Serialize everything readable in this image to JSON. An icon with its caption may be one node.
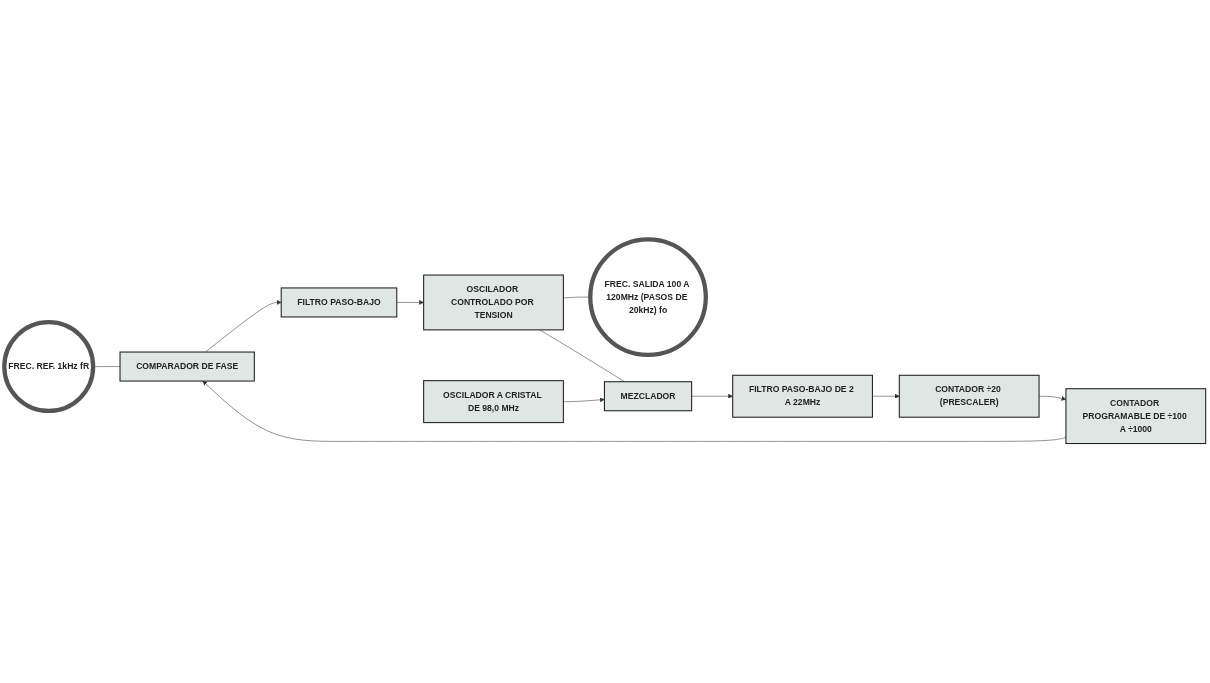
{
  "diagram": {
    "nodes": [
      {
        "text": [
          "FREC. REF. 1kHz fR"
        ]
      },
      {
        "text": [
          "COMPARADOR DE FASE"
        ]
      },
      {
        "text": [
          "FILTRO PASO-BAJO"
        ]
      },
      {
        "text": [
          "OSCILADOR CONTROLADO POR TENSION"
        ]
      },
      {
        "text": [
          "FREC. SALIDA 100 A 120MHz (PASOS DE 20kHz) fo"
        ]
      },
      {
        "text": [
          "OSCILADOR A CRISTAL DE 98,0 MHz"
        ]
      },
      {
        "text": [
          "MEZCLADOR"
        ]
      },
      {
        "text": [
          "CONTADOR PROGRAMABLE DE ÷100 A ÷1000"
        ]
      },
      {
        "text": [
          "CONTADOR ÷20 (PRESCALER)"
        ]
      },
      {
        "text": [
          "FILTRO PASO-BAJO DE 2 A 22MHz"
        ]
      }
    ],
    "edges": [
      {
        "from": 0,
        "to": 1,
        "arrow": "none"
      },
      {
        "from": 1,
        "to": 2,
        "arrow": "to"
      },
      {
        "from": 2,
        "to": 3,
        "arrow": "to"
      },
      {
        "from": 3,
        "to": 4,
        "arrow": "none"
      },
      {
        "from": 3,
        "to": 6,
        "arrow": "none"
      },
      {
        "from": 5,
        "to": 6,
        "arrow": "to"
      },
      {
        "from": 6,
        "to": 9,
        "arrow": "to"
      },
      {
        "from": 9,
        "to": 8,
        "arrow": "to"
      },
      {
        "from": 8,
        "to": 7,
        "arrow": "to"
      },
      {
        "from": 7,
        "to": 1,
        "arrow": "to"
      }
    ]
  }
}
